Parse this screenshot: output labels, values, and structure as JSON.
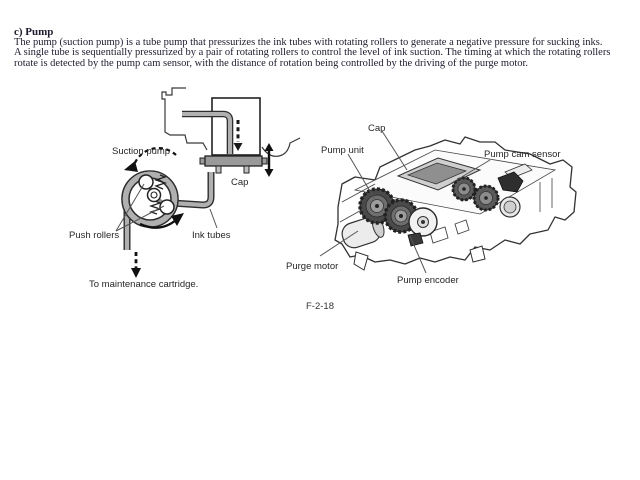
{
  "document": {
    "heading": "c) Pump",
    "paragraph1": "The pump (suction pump) is a tube pump that pressurizes the ink tubes with rotating rollers to generate a negative pressure for sucking inks.",
    "paragraph2": "A single tube is sequentially pressurized by a pair of rotating rollers to control the level of ink suction. The timing at which the rotating rollers rotate is detected by the pump cam sensor, with the distance of rotation being controlled by the driving of the purge motor.",
    "figure_number": "F-2-18"
  },
  "left_diagram": {
    "labels": {
      "suction_pump": "Suction pump",
      "cap": "Cap",
      "push_rollers": "Push rollers",
      "ink_tubes": "Ink tubes",
      "to_maintenance_cartridge": "To maintenance cartridge."
    }
  },
  "right_diagram": {
    "labels": {
      "cap": "Cap",
      "pump_unit": "Pump unit",
      "pump_cam_sensor": "Pump cam sensor",
      "purge_motor": "Purge motor",
      "pump_encoder": "Pump encoder"
    }
  },
  "colors": {
    "text": "#1c1c2e",
    "line": "#333333",
    "tube_gray": "#b0b0b0",
    "cap_gray": "#9a9a9a"
  }
}
